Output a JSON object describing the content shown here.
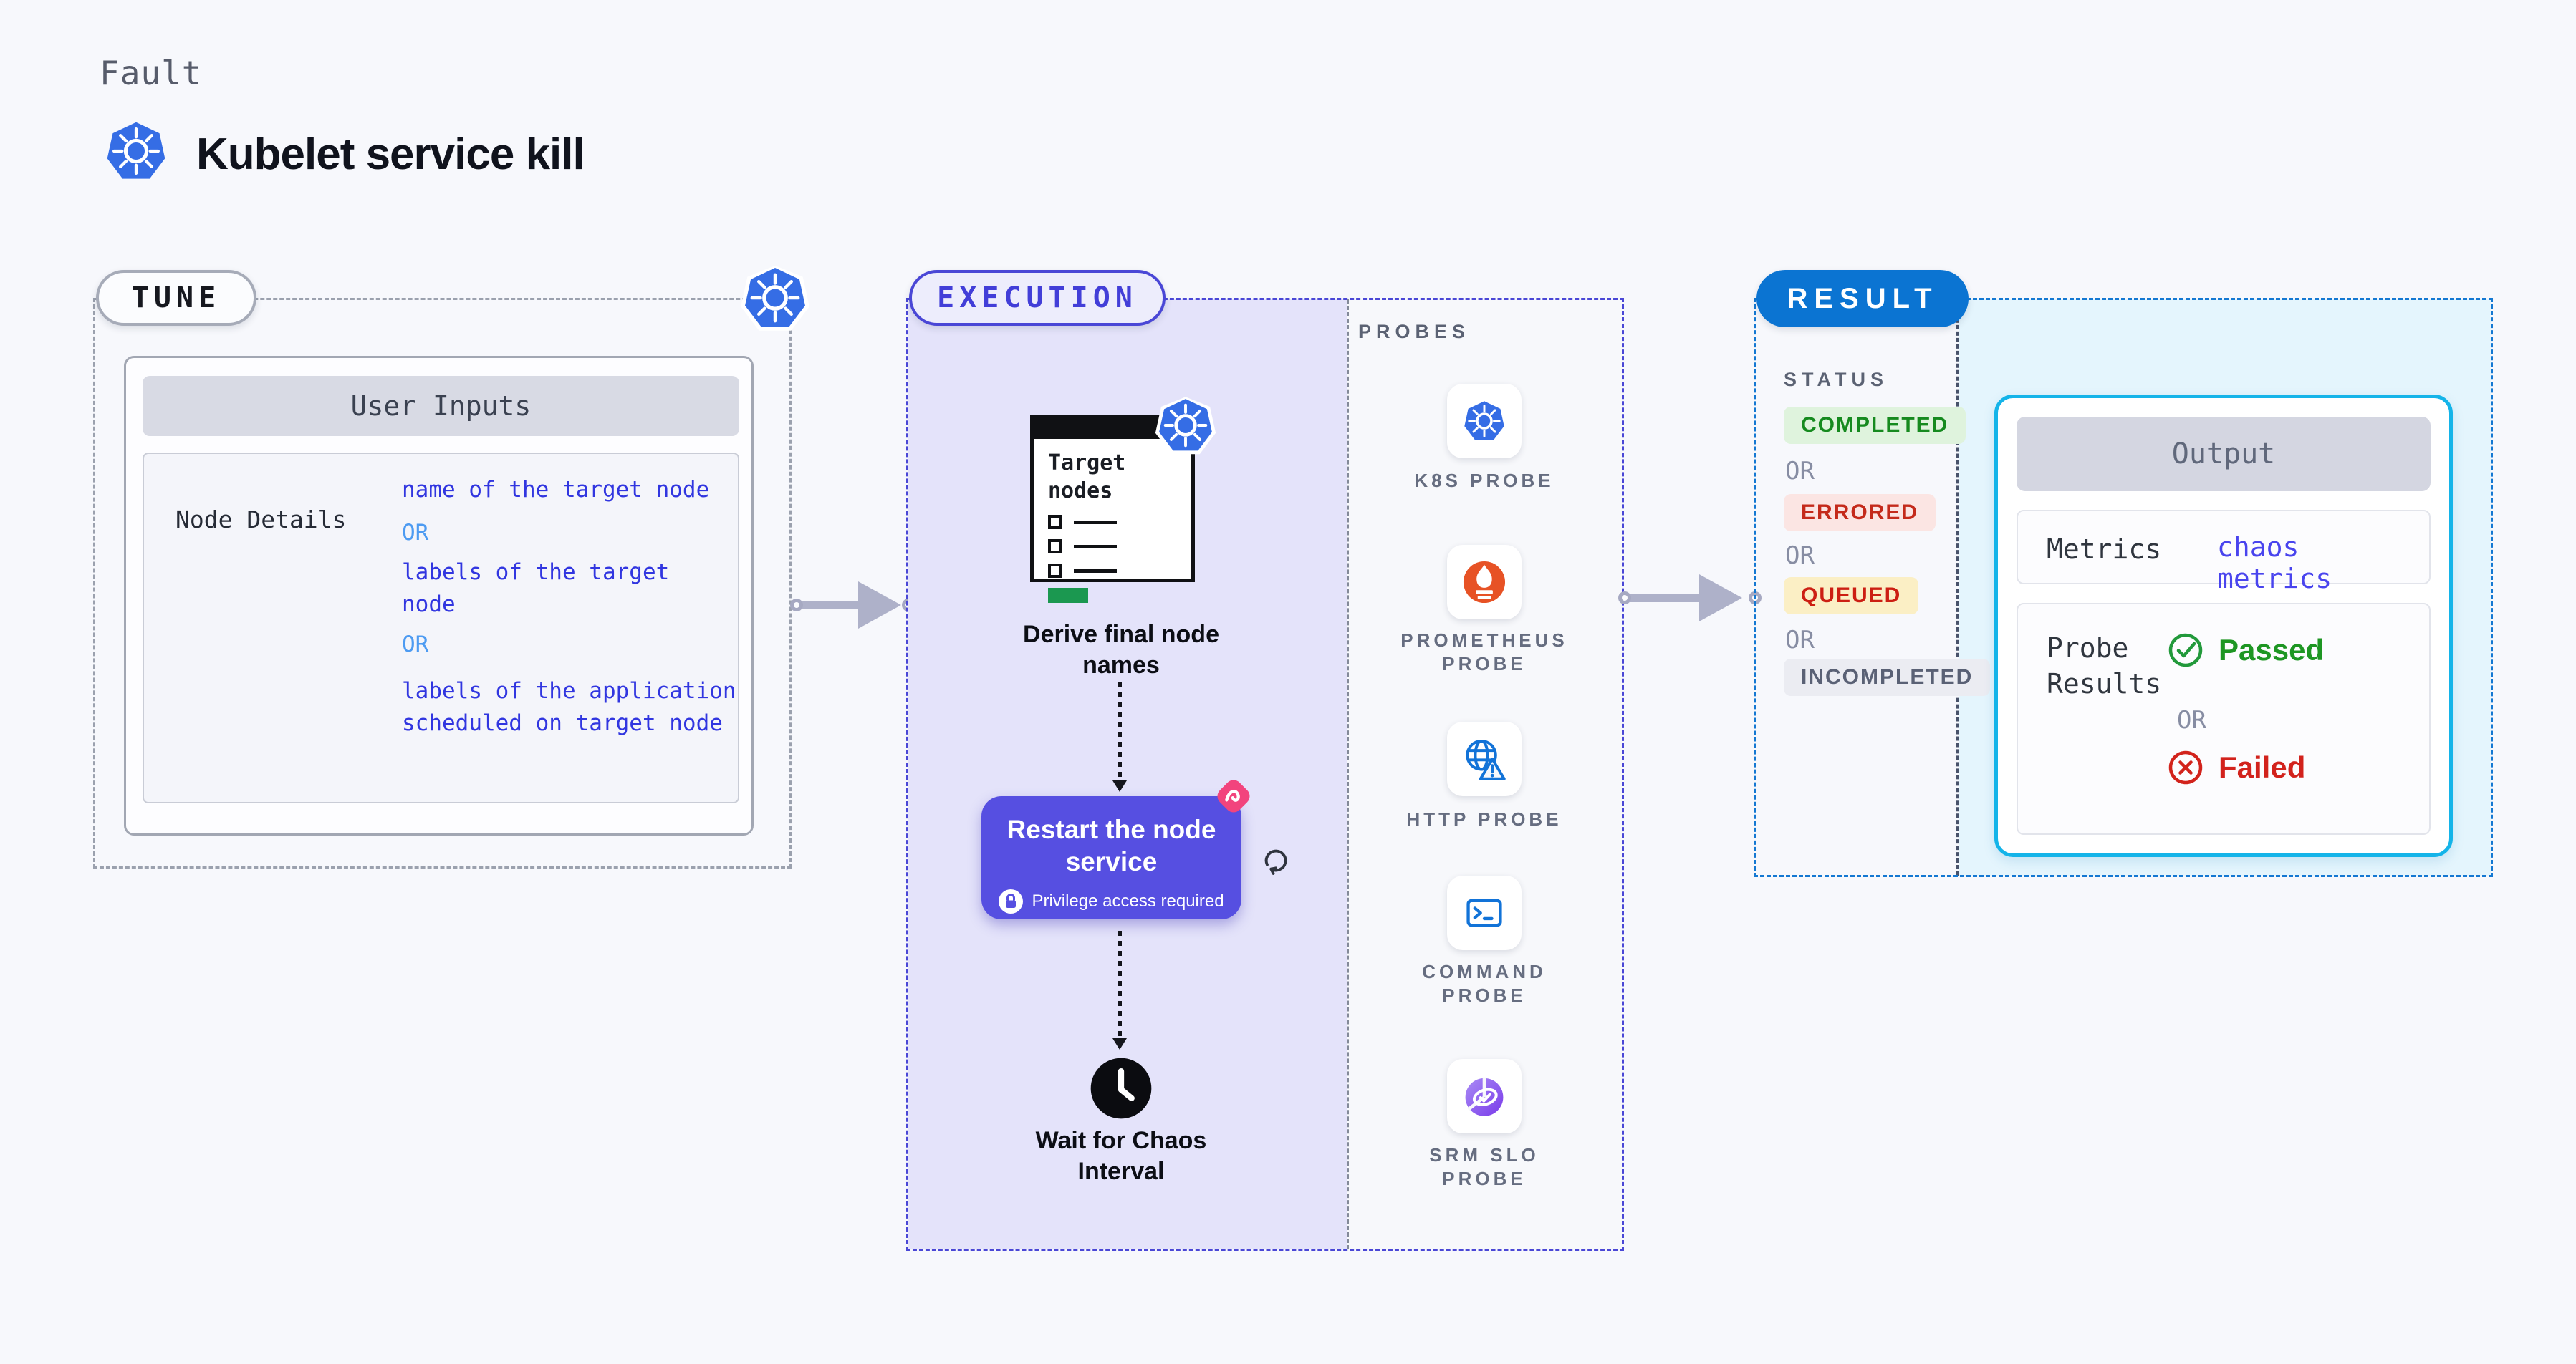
{
  "header": {
    "kicker": "Fault",
    "title": "Kubelet service kill"
  },
  "tune": {
    "label": "TUNE",
    "user_inputs": {
      "title": "User Inputs",
      "row_label": "Node Details",
      "values": [
        "name of the target node",
        "OR",
        "labels of the target node",
        "OR",
        "labels of the application scheduled on target node"
      ]
    }
  },
  "execution": {
    "label": "EXECUTION",
    "target_card": {
      "title": "Target nodes"
    },
    "steps": {
      "derive": "Derive final node names",
      "restart": "Restart the node service",
      "restart_badge": "Privilege access required",
      "wait": "Wait for Chaos Interval"
    },
    "probes": {
      "title": "PROBES",
      "items": [
        {
          "label": "K8S PROBE",
          "icon": "kubernetes-icon"
        },
        {
          "label": "PROMETHEUS PROBE",
          "icon": "prometheus-icon"
        },
        {
          "label": "HTTP PROBE",
          "icon": "globe-warning-icon"
        },
        {
          "label": "COMMAND PROBE",
          "icon": "terminal-icon"
        },
        {
          "label": "SRM SLO PROBE",
          "icon": "slo-pie-check-icon"
        }
      ]
    }
  },
  "result": {
    "label": "RESULT",
    "status": {
      "title": "STATUS",
      "items": [
        "COMPLETED",
        "OR",
        "ERRORED",
        "OR",
        "QUEUED",
        "OR",
        "INCOMPLETED"
      ]
    },
    "output": {
      "title": "Output",
      "metrics_label": "Metrics",
      "metrics_value": "chaos metrics",
      "probe_results_label": "Probe Results",
      "passed": "Passed",
      "or": "OR",
      "failed": "Failed"
    }
  },
  "colors": {
    "page_bg": "#F7F8FC",
    "k8s_blue": "#356DE5",
    "execution_indigo": "#4A47D6",
    "execution_bg": "#E4E3FA",
    "result_blue": "#0B74D2",
    "result_bg": "#E4F5FD",
    "output_border_cyan": "#14B4E9",
    "node_button_purple": "#564FE1",
    "chaos_pink": "#F2447D",
    "value_blue": "#3136E0",
    "or_light_blue": "#4D9BF2",
    "completed_green": "#168A1F",
    "errored_red": "#C42A1B",
    "queued_red": "#CC1F13",
    "incompleted_gray": "#5A6175",
    "passed_green": "#1E9623",
    "failed_red": "#D2221C",
    "prometheus_orange": "#E75225",
    "probe_icon_blue": "#1273D8",
    "arrow_gray": "#AEB1C9"
  }
}
